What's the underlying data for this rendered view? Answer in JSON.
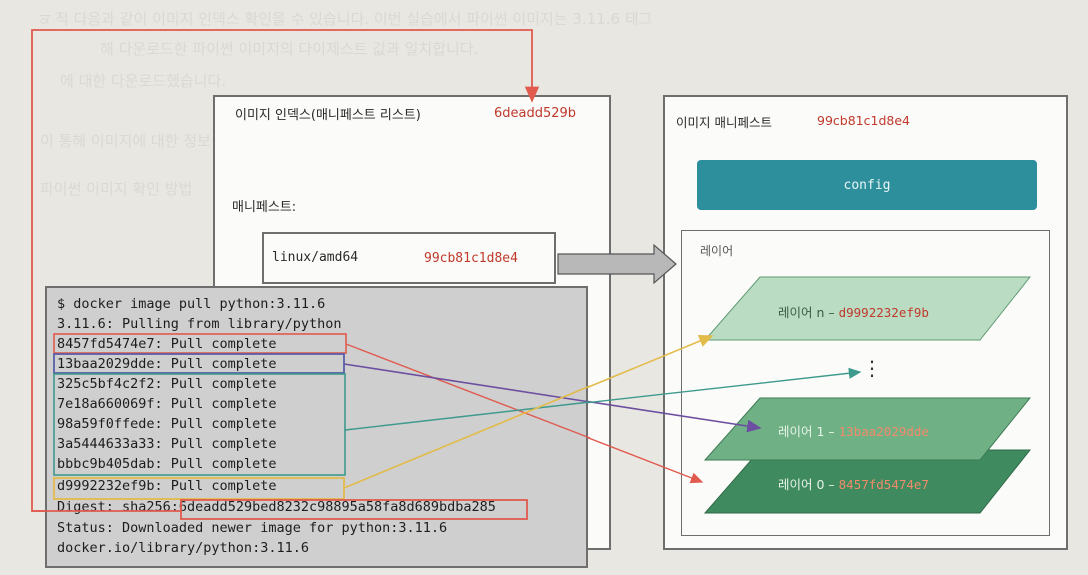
{
  "index_box": {
    "title": "이미지 인덱스(매니페스트 리스트)",
    "digest": "6deadd529b",
    "manifests_label": "매니페스트:",
    "platform": "linux/amd64",
    "manifest_digest": "99cb81c1d8e4"
  },
  "manifest_box": {
    "title": "이미지 매니페스트",
    "digest": "99cb81c1d8e4",
    "config_label": "config",
    "layers_label": "레이어",
    "ellipsis": "⋮",
    "layers": [
      {
        "label": "레이어 n",
        "sep": " – ",
        "hash": "d9992232ef9b"
      },
      {
        "label": "레이어 1",
        "sep": " – ",
        "hash": "13baa2029dde"
      },
      {
        "label": "레이어 0",
        "sep": " – ",
        "hash": "8457fd5474e7"
      }
    ]
  },
  "terminal": {
    "lines": [
      "$ docker image pull python:3.11.6",
      "3.11.6: Pulling from library/python",
      "8457fd5474e7: Pull complete",
      "13baa2029dde: Pull complete",
      "325c5bf4c2f2: Pull complete",
      "7e18a660069f: Pull complete",
      "98a59f0ffede: Pull complete",
      "3a5444633a33: Pull complete",
      "bbbc9b405dab: Pull complete",
      "d9992232ef9b: Pull complete",
      "Status: Downloaded newer image for python:3.11.6",
      "docker.io/library/python:3.11.6"
    ],
    "digest_prefix": "Digest: sha256:",
    "digest_value": "6deadd529bed8232c98895a58fa8d689bdba285"
  },
  "colors": {
    "arrow_red": "#e05a4e",
    "arrow_purple": "#6c4fa0",
    "arrow_teal": "#3d9a8c",
    "arrow_yellow": "#e3bb4a",
    "config_fill": "#2e8f9c",
    "layer_light": "#b9dcc2",
    "layer_mid": "#6fb085",
    "layer_dark": "#3f8a5e"
  }
}
